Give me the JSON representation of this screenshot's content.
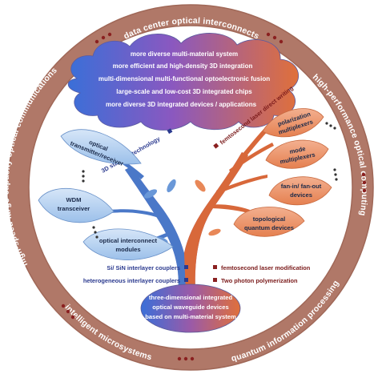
{
  "ring": {
    "top": "data center optical interconnects",
    "right": "high-performance optical computing",
    "bottom_right": "quantum information processing",
    "bottom_left": "intelligent microsystems",
    "left": "high-speed large-capacity optical communications"
  },
  "cloud": {
    "lines": [
      "more diverse multi-material system",
      "more efficient and high-density 3D integration",
      "multi-dimensional multi-functional optoelectronic fusion",
      "large-scale and low-cost 3D integrated chips",
      "more diverse 3D integrated devices / applications"
    ]
  },
  "branches": {
    "left_label": "3D stacking technology",
    "right_label": "femtosecond laser direct writing"
  },
  "left_leaves": {
    "leaf1": [
      "optical",
      "transmitter/receiver"
    ],
    "leaf2": [
      "WDM",
      "transceiver"
    ],
    "leaf3": [
      "optical interconnect",
      "modules"
    ]
  },
  "right_leaves": {
    "leaf1": [
      "polarization",
      "multiplexers"
    ],
    "leaf2": [
      "mode",
      "multiplexers"
    ],
    "leaf3": [
      "fan-in/ fan-out",
      "devices"
    ],
    "leaf4": [
      "topological",
      "quantum devices"
    ]
  },
  "roots": {
    "left": [
      "Si/ SiN interlayer couplers",
      "heterogeneous interlayer couplers"
    ],
    "right": [
      "femtosecond laser modification",
      "Two photon polymerization"
    ]
  },
  "base": {
    "lines": [
      "three-dimensional integrated",
      "optical waveguide devices",
      "based on multi-material system"
    ]
  },
  "colors": {
    "ring": "#b07868",
    "blue": "#5a8ed6",
    "orange": "#e07040",
    "dots": "#8a2020"
  }
}
